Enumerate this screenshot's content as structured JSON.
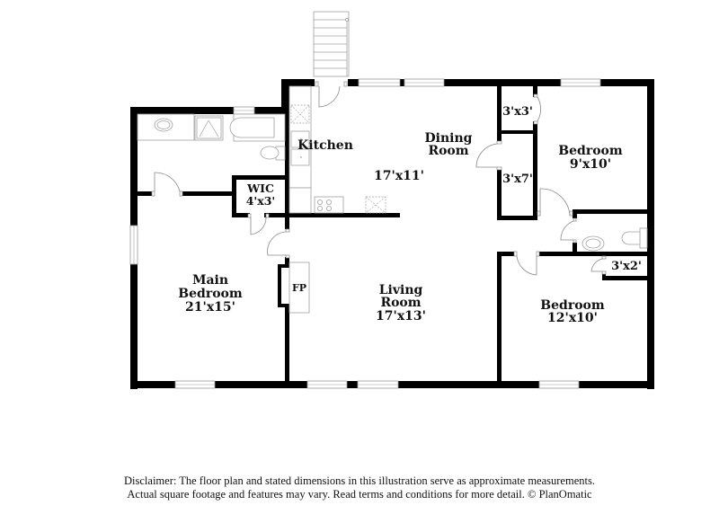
{
  "floor_plan": {
    "rooms": [
      {
        "id": "kitchen",
        "name": "Kitchen",
        "dims": ""
      },
      {
        "id": "dining",
        "name_line1": "Dining",
        "name_line2": "Room",
        "dims": "17'x11'"
      },
      {
        "id": "bedroom-ne",
        "name": "Bedroom",
        "dims": "9'x10'"
      },
      {
        "id": "closet-3x3",
        "dims": "3'x3'"
      },
      {
        "id": "closet-3x7",
        "dims": "3'x7'"
      },
      {
        "id": "wic",
        "name": "WIC",
        "dims": "4'x3'"
      },
      {
        "id": "main-bedroom",
        "name_line1": "Main",
        "name_line2": "Bedroom",
        "dims": "21'x15'"
      },
      {
        "id": "fireplace",
        "name": "FP"
      },
      {
        "id": "living",
        "name_line1": "Living",
        "name_line2": "Room",
        "dims": "17'x13'"
      },
      {
        "id": "bedroom-se",
        "name": "Bedroom",
        "dims": "12'x10'"
      },
      {
        "id": "closet-3x2",
        "dims": "3'x2'"
      }
    ]
  },
  "disclaimer": {
    "line1": "Disclaimer: The floor plan and stated dimensions in this illustration serve as approximate measurements.",
    "line2": "Actual square footage and features may vary. Read terms and conditions for more detail. © PlanOmatic"
  }
}
